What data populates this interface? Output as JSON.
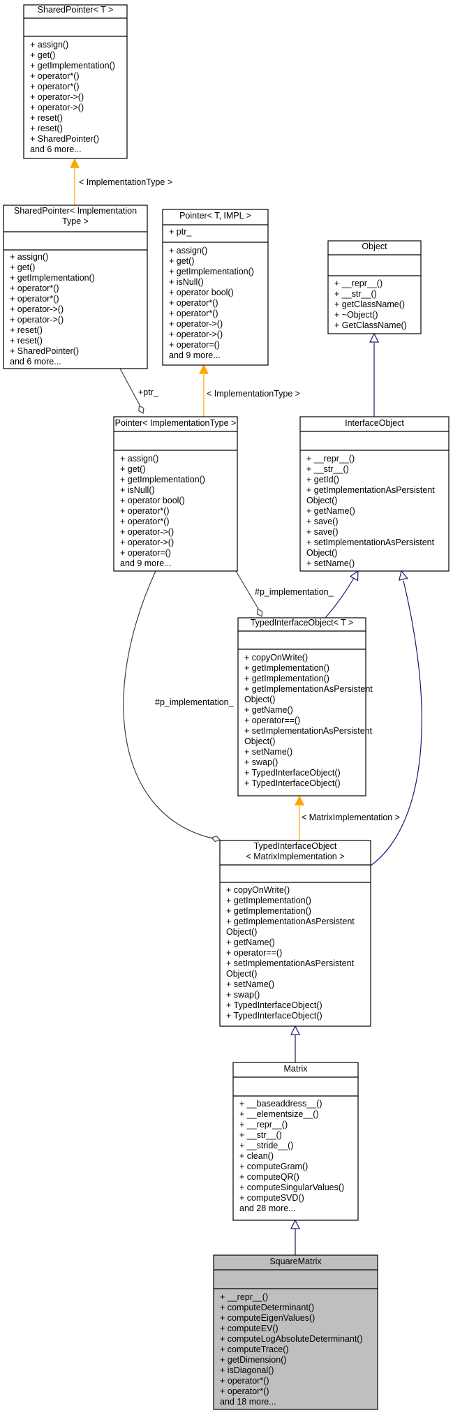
{
  "nodes": [
    {
      "id": "sp_t",
      "title": [
        "SharedPointer< T >"
      ],
      "attributes": [],
      "methods": [
        "+ assign()",
        "+ get()",
        "+ getImplementation()",
        "+ operator*()",
        "+ operator*()",
        "+ operator->()",
        "+ operator->()",
        "+ reset()",
        "+ reset()",
        "+ SharedPointer()",
        "and 6 more..."
      ]
    },
    {
      "id": "sp_impl",
      "title": [
        "SharedPointer< Implementation",
        "Type >"
      ],
      "attributes": [],
      "methods": [
        "+ assign()",
        "+ get()",
        "+ getImplementation()",
        "+ operator*()",
        "+ operator*()",
        "+ operator->()",
        "+ operator->()",
        "+ reset()",
        "+ reset()",
        "+ SharedPointer()",
        "and 6 more..."
      ]
    },
    {
      "id": "ptr_t",
      "title": [
        "Pointer< T, IMPL >"
      ],
      "attributes": [
        "+ ptr_"
      ],
      "methods": [
        "+ assign()",
        "+ get()",
        "+ getImplementation()",
        "+ isNull()",
        "+ operator bool()",
        "+ operator*()",
        "+ operator*()",
        "+ operator->()",
        "+ operator->()",
        "+ operator=()",
        "and 9 more..."
      ]
    },
    {
      "id": "object",
      "title": [
        "Object"
      ],
      "attributes": [],
      "methods": [
        "+ __repr__()",
        "+ __str__()",
        "+ getClassName()",
        "+ ~Object()",
        "+ GetClassName()"
      ]
    },
    {
      "id": "ptr_impl",
      "title": [
        "Pointer< ImplementationType >"
      ],
      "attributes": [],
      "methods": [
        "+ assign()",
        "+ get()",
        "+ getImplementation()",
        "+ isNull()",
        "+ operator bool()",
        "+ operator*()",
        "+ operator*()",
        "+ operator->()",
        "+ operator->()",
        "+ operator=()",
        "and 9 more..."
      ]
    },
    {
      "id": "iface",
      "title": [
        "InterfaceObject"
      ],
      "attributes": [],
      "methods": [
        "+ __repr__()",
        "+ __str__()",
        "+ getId()",
        "+ getImplementationAsPersistent",
        "Object()",
        "+ getName()",
        "+ save()",
        "+ save()",
        "+ setImplementationAsPersistent",
        "Object()",
        "+ setName()"
      ]
    },
    {
      "id": "tio_t",
      "title": [
        "TypedInterfaceObject< T >"
      ],
      "attributes": [],
      "methods": [
        "+ copyOnWrite()",
        "+ getImplementation()",
        "+ getImplementation()",
        "+ getImplementationAsPersistent",
        "Object()",
        "+ getName()",
        "+ operator==()",
        "+ setImplementationAsPersistent",
        "Object()",
        "+ setName()",
        "+ swap()",
        "+ TypedInterfaceObject()",
        "+ TypedInterfaceObject()"
      ]
    },
    {
      "id": "tio_mi",
      "title": [
        "TypedInterfaceObject",
        "< MatrixImplementation >"
      ],
      "attributes": [],
      "methods": [
        "+ copyOnWrite()",
        "+ getImplementation()",
        "+ getImplementation()",
        "+ getImplementationAsPersistent",
        "Object()",
        "+ getName()",
        "+ operator==()",
        "+ setImplementationAsPersistent",
        "Object()",
        "+ setName()",
        "+ swap()",
        "+ TypedInterfaceObject()",
        "+ TypedInterfaceObject()"
      ]
    },
    {
      "id": "matrix",
      "title": [
        "Matrix"
      ],
      "attributes": [],
      "methods": [
        "+ __baseaddress__()",
        "+ __elementsize__()",
        "+ __repr__()",
        "+ __str__()",
        "+ __stride__()",
        "+ clean()",
        "+ computeGram()",
        "+ computeQR()",
        "+ computeSingularValues()",
        "+ computeSVD()",
        "and 28 more..."
      ]
    },
    {
      "id": "square",
      "title": [
        "SquareMatrix"
      ],
      "attributes": [],
      "methods": [
        "+ __repr__()",
        "+ computeDeterminant()",
        "+ computeEigenValues()",
        "+ computeEV()",
        "+ computeLogAbsoluteDeterminant()",
        "+ computeTrace()",
        "+ getDimension()",
        "+ isDiagonal()",
        "+ operator*()",
        "+ operator*()",
        "and 18 more..."
      ]
    }
  ],
  "edges": [
    {
      "id": "e1",
      "kind": "template",
      "label": "< ImplementationType >"
    },
    {
      "id": "e2",
      "kind": "member",
      "label": "+ptr_"
    },
    {
      "id": "e3",
      "kind": "template",
      "label": "< ImplementationType >"
    },
    {
      "id": "e4",
      "kind": "inherit",
      "label": ""
    },
    {
      "id": "e5",
      "kind": "member",
      "label": "#p_implementation_"
    },
    {
      "id": "e6",
      "kind": "inherit",
      "label": ""
    },
    {
      "id": "e7",
      "kind": "member",
      "label": "#p_implementation_"
    },
    {
      "id": "e8",
      "kind": "template",
      "label": "< MatrixImplementation >"
    },
    {
      "id": "e9",
      "kind": "inherit",
      "label": ""
    },
    {
      "id": "e10",
      "kind": "inherit",
      "label": ""
    },
    {
      "id": "e11",
      "kind": "inherit",
      "label": ""
    }
  ],
  "colors": {
    "inherit_edge": "#191970",
    "member_edge": "#404040",
    "template_edge": "#ffa500",
    "highlight_fill": "#bfbfbf"
  }
}
